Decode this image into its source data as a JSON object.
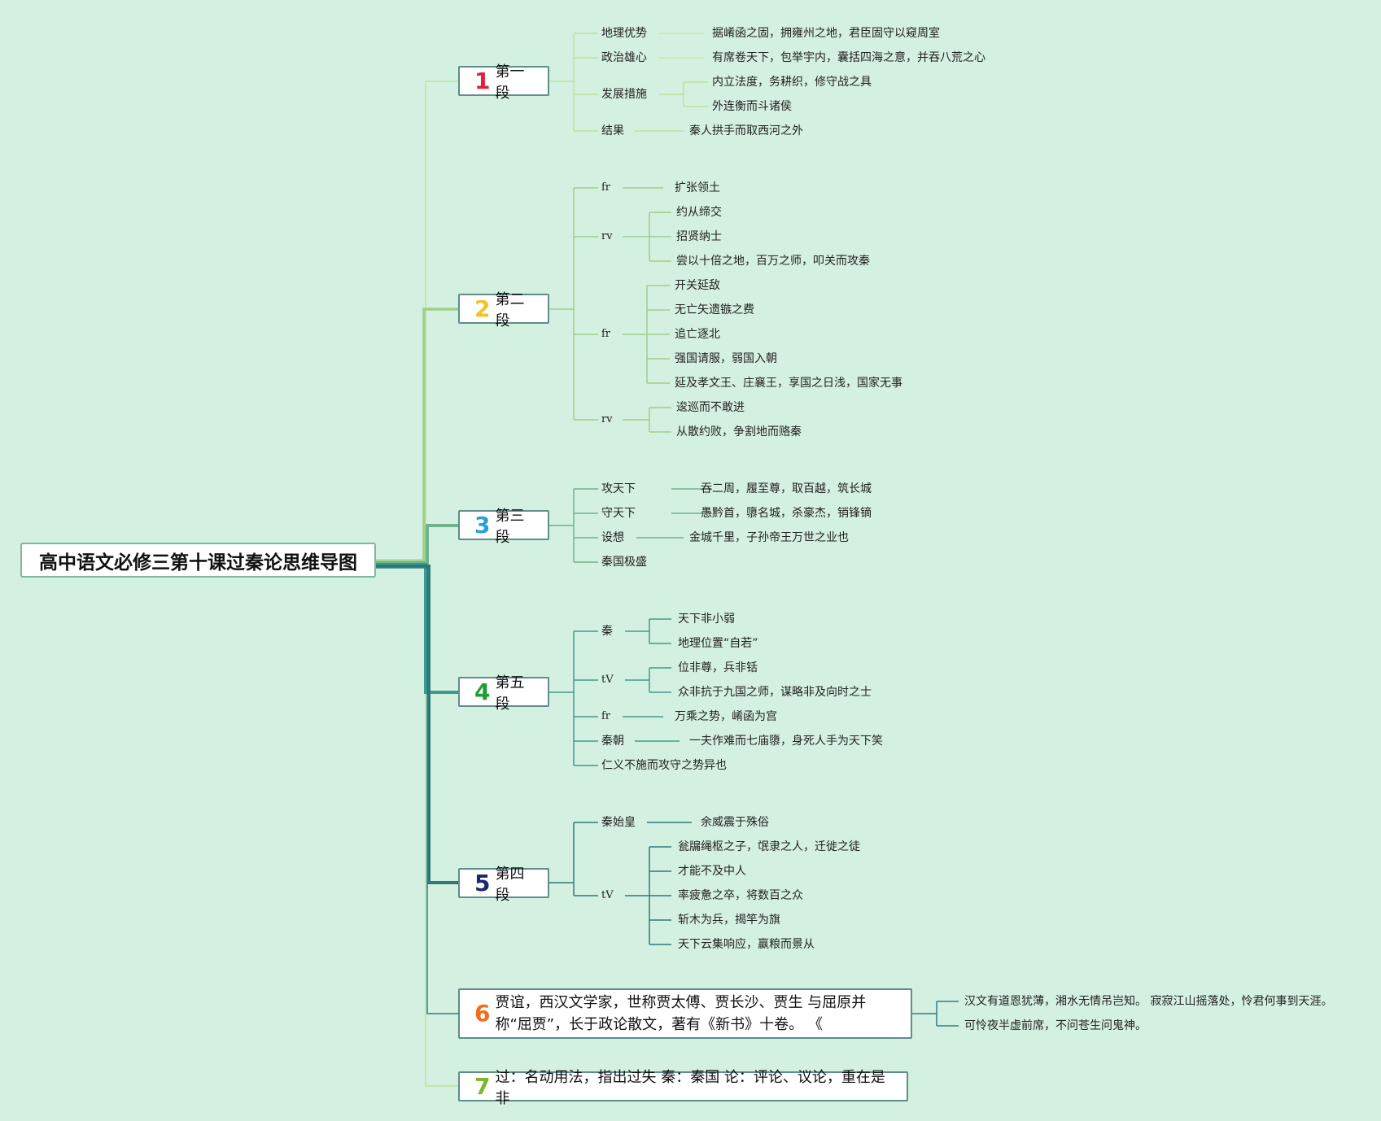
{
  "title": "高中语文必修三第十课过秦论思维导图",
  "colors": {
    "background": "#d4f0e0",
    "n1": "#e0203a",
    "n2": "#f2c12e",
    "n3": "#2a9fd8",
    "n4": "#1f9d33",
    "n5": "#1b2a6b",
    "n6": "#f26c1a",
    "n7": "#7cb82f"
  },
  "branches": [
    {
      "num": "1",
      "label": "第一段"
    },
    {
      "num": "2",
      "label": "第二段"
    },
    {
      "num": "3",
      "label": "第三段"
    },
    {
      "num": "4",
      "label": "第五段"
    },
    {
      "num": "5",
      "label": "第四段"
    },
    {
      "num": "6",
      "label": "贾谊，西汉文学家，世称贾太傅、贾长沙、贾生 与屈原并称“屈贾”，长于政论散文，著有《新书》十卷。 《"
    },
    {
      "num": "7",
      "label": "过：名动用法，指出过失 秦：秦国 论：评论、议论，重在是非"
    }
  ],
  "b1": {
    "k1": "地理优势",
    "v1": "据崤函之固，拥雍州之地，君臣固守以窥周室",
    "k2": "政治雄心",
    "v2": "有席卷天下，包举宇内，囊括四海之意，并吞八荒之心",
    "k3": "发展措施",
    "v3a": "内立法度，务耕织，修守战之具",
    "v3b": "外连衡而斗诸侯",
    "k4": "结果",
    "v4": "秦人拱手而取西河之外"
  },
  "b2": {
    "k1": "fr",
    "v1": "扩张领土",
    "k2": "rv",
    "v2a": "约从缔交",
    "v2b": "招贤纳士",
    "v2c": "尝以十倍之地，百万之师，叩关而攻秦",
    "k3": "fr",
    "v3a": "开关延敌",
    "v3b": "无亡矢遗镞之费",
    "v3c": "追亡逐北",
    "v3d": "强国请服，弱国入朝",
    "v3e": "延及孝文王、庄襄王，享国之日浅，国家无事",
    "k4": "rv",
    "v4a": "逡巡而不敢进",
    "v4b": "从散约败，争割地而赂秦"
  },
  "b3": {
    "k1": "攻天下",
    "v1": "吞二周，履至尊，取百越，筑长城",
    "k2": "守天下",
    "v2": "愚黔首，隳名城，杀豪杰，销锋镝",
    "k3": "设想",
    "v3": "金城千里，子孙帝王万世之业也",
    "k4": "秦国极盛"
  },
  "b4": {
    "k1": "秦",
    "v1a": "天下非小弱",
    "v1b": "地理位置“自若”",
    "k2": "tV",
    "v2a": "位非尊，兵非铦",
    "v2b": "众非抗于九国之师，谋略非及向时之士",
    "k3": "fr",
    "v3": "万乘之势，崤函为宫",
    "k4": "秦朝",
    "v4": "一夫作难而七庙隳，身死人手为天下笑",
    "k5": "仁义不施而攻守之势异也"
  },
  "b5": {
    "k1": "秦始皇",
    "v1": "余威震于殊俗",
    "k2": "tV",
    "v2a": "瓮牖绳枢之子，氓隶之人，迁徙之徒",
    "v2b": "才能不及中人",
    "v2c": "率疲惫之卒，将数百之众",
    "v2d": "斩木为兵，揭竿为旗",
    "v2e": "天下云集响应，赢粮而景从"
  },
  "b6": {
    "v1": "汉文有道恩犹薄，湘水无情吊岂知。 寂寂江山摇落处，怜君何事到天涯。",
    "v2": "可怜夜半虚前席，不问苍生问鬼神。"
  }
}
